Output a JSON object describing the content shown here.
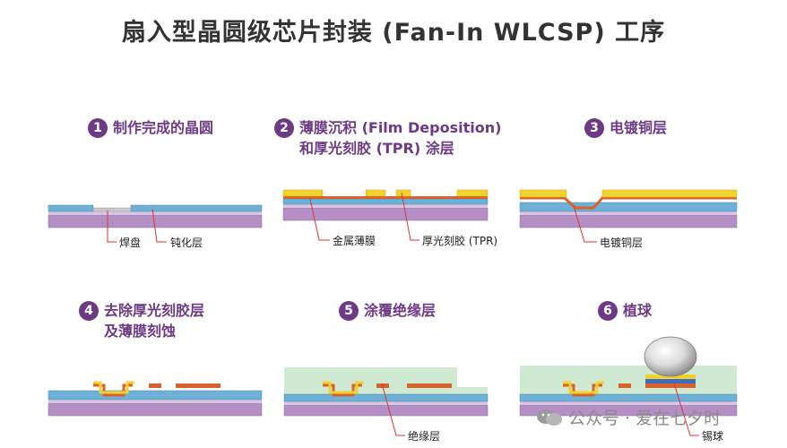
{
  "title": "扇入型晶圆级芯片封装 (Fan-In WLCSP) 工序",
  "steps": [
    {
      "num": "1",
      "line1": "制作完成的晶圆",
      "line2": ""
    },
    {
      "num": "2",
      "line1": "薄膜沉积 (Film Deposition)",
      "line2": "和厚光刻胶 (TPR) 涂层"
    },
    {
      "num": "3",
      "line1": "电镀铜层",
      "line2": ""
    },
    {
      "num": "4",
      "line1": "去除厚光刻胶层",
      "line2": "及薄膜刻蚀"
    },
    {
      "num": "5",
      "line1": "涂覆绝缘层",
      "line2": ""
    },
    {
      "num": "6",
      "line1": "植球",
      "line2": ""
    }
  ],
  "labels": {
    "pad": "焊盘",
    "passivation": "钝化层",
    "metal_film": "金属薄膜",
    "tpr": "厚光刻胶 (TPR)",
    "cu_plating": "电镀铜层",
    "insulation": "绝缘层",
    "solder_ball": "锡球"
  },
  "watermark": "公众号 · 爱在七夕时",
  "icons": [
    "wechat-icon"
  ],
  "colors": {
    "accent": "#6d3a84",
    "wafer": "#b48fc4",
    "passivation_layer": "#6fb0d6",
    "pad": "#c8c8c8",
    "tpr": "#f2d22e",
    "copper": "#d9622a",
    "insulation": "#cfe9d3"
  }
}
